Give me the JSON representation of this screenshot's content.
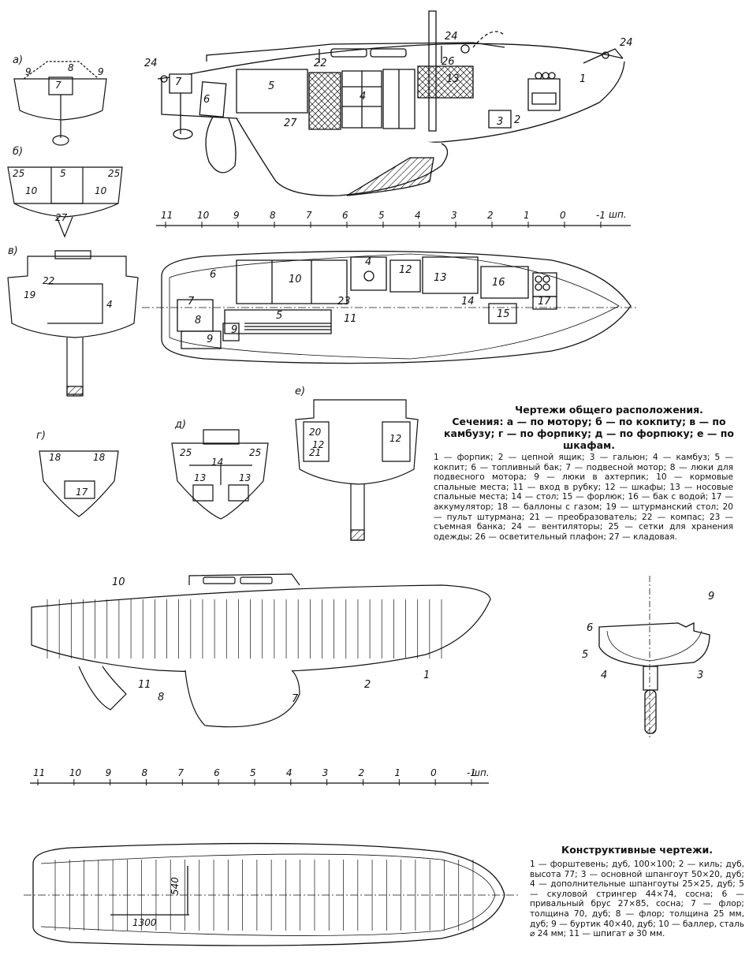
{
  "headings": {
    "general_title": "Чертежи общего расположения.",
    "general_subtitle": "Сечения: а — по мотору; б — по кокпиту; в — по камбузу; г — по форпику; д — по форпюку; е — по шкафам.",
    "general_legend": "1 — форпик; 2 — цепной ящик; 3 — гальюн; 4 — камбуз; 5 — кокпит; 6 — топливный бак; 7 — подвесной мотор; 8 — люки для подвесного мотора; 9 — люки в ахтерпик; 10 — кормовые спальные места; 11 — вход в рубку; 12 — шкафы; 13 — носовые спальные места; 14 — стол; 15 — форлюк; 16 — бак с водой; 17 — аккумулятор; 18 — баллоны с газом; 19 — штурманский стол; 20 — пульт штурмана; 21 — преобразователь; 22 — компас; 23 — съемная банка; 24 — вентиляторы; 25 — сетки для хранения одежды; 26 — осветительный плафон; 27 — кладовая.",
    "structural_title": "Конструктивные чертежи.",
    "structural_legend": "1 — форштевень; дуб, 100×100; 2 — киль; дуб, высота 77; 3 — основной шпангоут 50×20, дуб; 4 — дополнительные шпангоуты 25×25, дуб; 5 — скуловой стрингер 44×74, сосна; 6 — привальный брус 27×85, сосна; 7 — флор; толщина 70, дуб; 8 — флор; толщина 25 мм, дуб; 9 — буртик 40×40, дуб; 10 — баллер, сталь ⌀ 24 мм; 11 — шпигат ⌀ 30 мм."
  },
  "scale1": {
    "ticks": [
      "11",
      "10",
      "9",
      "8",
      "7",
      "6",
      "5",
      "4",
      "3",
      "2",
      "1",
      "0",
      "-1"
    ],
    "unit": "шп."
  },
  "scale2": {
    "ticks": [
      "11",
      "10",
      "9",
      "8",
      "7",
      "6",
      "5",
      "4",
      "3",
      "2",
      "1",
      "0",
      "-1"
    ],
    "unit": "шп."
  },
  "section_letters": {
    "a": "а)",
    "b": "б)",
    "v": "в)",
    "g": "г)",
    "d": "д)",
    "e": "е)"
  },
  "dimensions": {
    "length": "1300",
    "height": "540"
  },
  "profile_numbers": [
    "24",
    "7",
    "6",
    "5",
    "27",
    "22",
    "4",
    "26",
    "13",
    "24",
    "3",
    "2",
    "1",
    "24"
  ],
  "plan_numbers": [
    "6",
    "7",
    "8",
    "9",
    "9",
    "5",
    "10",
    "23",
    "11",
    "4",
    "12",
    "13",
    "14",
    "15",
    "16",
    "17"
  ],
  "section_numbers": {
    "a": [
      "9",
      "7",
      "8",
      "9"
    ],
    "b": [
      "25",
      "5",
      "25",
      "10",
      "10",
      "27"
    ],
    "v": [
      "22",
      "19",
      "4"
    ],
    "g": [
      "18",
      "18",
      "17"
    ],
    "d": [
      "25",
      "14",
      "25",
      "13",
      "13"
    ],
    "e": [
      "20",
      "12",
      "21",
      "12"
    ]
  },
  "structural_numbers": {
    "profile": [
      "10",
      "11",
      "8",
      "2",
      "1",
      "7"
    ],
    "section": [
      "9",
      "6",
      "5",
      "4",
      "3"
    ]
  }
}
